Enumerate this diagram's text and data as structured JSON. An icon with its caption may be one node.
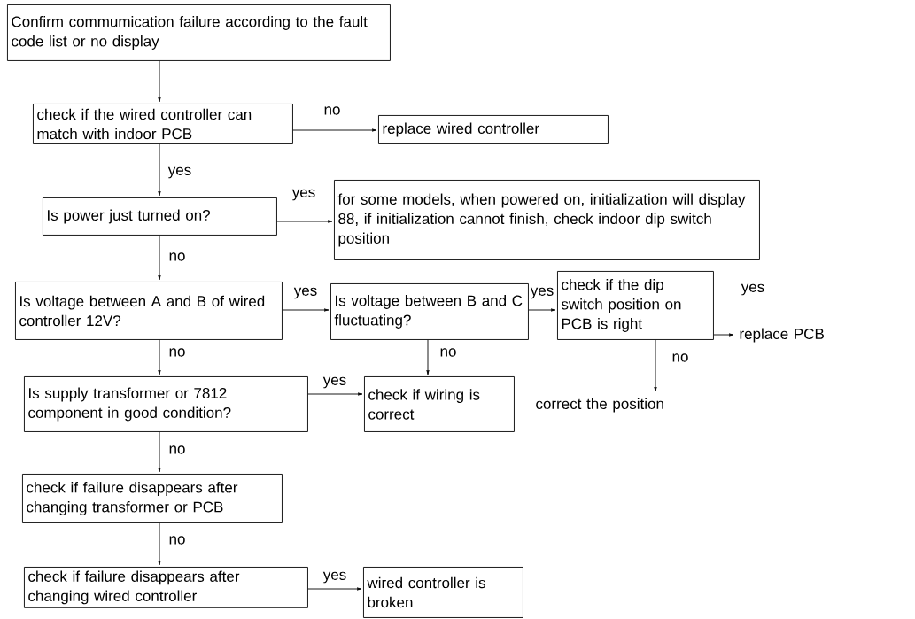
{
  "diagram": {
    "nodes": [
      {
        "text": [
          "Confirm commumication failure according to the fault code list or no display"
        ]
      },
      {
        "text": [
          "check if the wired controller can match with indoor PCB"
        ]
      },
      {
        "text": [
          "replace wired controller"
        ]
      },
      {
        "text": [
          "Is power just turned on?"
        ]
      },
      {
        "text": [
          "for some models, when powered on, initialization will display 88, if initialization cannot finish, check indoor dip switch position"
        ]
      },
      {
        "text": [
          "Is voltage between A and B of wired controller 12V?"
        ]
      },
      {
        "text": [
          "Is voltage between B and C fluctuating?"
        ]
      },
      {
        "text": [
          "check if the dip switch position on PCB is right"
        ]
      },
      {
        "text": [
          "replace PCB"
        ]
      },
      {
        "text": [
          "correct the position"
        ]
      },
      {
        "text": [
          "Is supply transformer or 7812 component in good condition?"
        ]
      },
      {
        "text": [
          "check if wiring is correct"
        ]
      },
      {
        "text": [
          "check if failure disappears after changing transformer or PCB"
        ]
      },
      {
        "text": [
          "check if failure disappears after changing wired controller"
        ]
      },
      {
        "text": [
          "wired controller is broken"
        ]
      }
    ],
    "edges": [
      {
        "from": 0,
        "to": 1,
        "arrow": "to"
      },
      {
        "from": 1,
        "to": 2,
        "arrow": "to",
        "label": "no"
      },
      {
        "from": 1,
        "to": 3,
        "arrow": "to",
        "label": "yes"
      },
      {
        "from": 3,
        "to": 4,
        "arrow": "to",
        "label": "yes"
      },
      {
        "from": 3,
        "to": 5,
        "arrow": "to",
        "label": "no"
      },
      {
        "from": 5,
        "to": 6,
        "arrow": "to",
        "label": "yes"
      },
      {
        "from": 6,
        "to": 7,
        "arrow": "to",
        "label": "yes"
      },
      {
        "from": 7,
        "to": 8,
        "arrow": "to",
        "label": "yes"
      },
      {
        "from": 7,
        "to": 9,
        "arrow": "to",
        "label": "no"
      },
      {
        "from": 5,
        "to": 10,
        "arrow": "to",
        "label": "no"
      },
      {
        "from": 6,
        "to": 11,
        "arrow": "to",
        "label": "no"
      },
      {
        "from": 10,
        "to": 11,
        "arrow": "to",
        "label": "yes"
      },
      {
        "from": 10,
        "to": 12,
        "arrow": "to",
        "label": "no"
      },
      {
        "from": 12,
        "to": 13,
        "arrow": "to",
        "label": "no"
      },
      {
        "from": 13,
        "to": 14,
        "arrow": "to",
        "label": "yes"
      }
    ]
  }
}
